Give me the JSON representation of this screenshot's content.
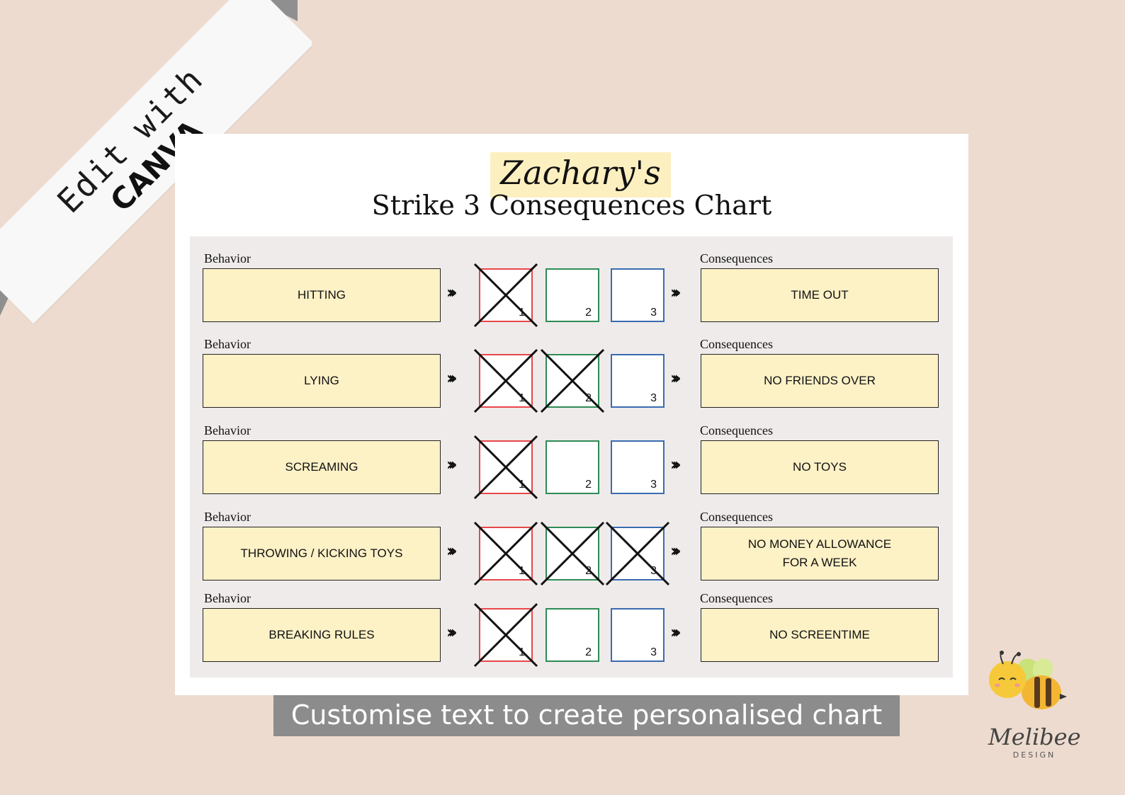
{
  "ribbon": {
    "line1": "Edit with",
    "line2": "CANVA"
  },
  "chart": {
    "name": "Zachary's",
    "title": "Strike 3 Consequences Chart",
    "behavior_label": "Behavior",
    "consequence_label": "Consequences",
    "strike_numbers": [
      "1",
      "2",
      "3"
    ],
    "strike_colors": [
      "#e8474a",
      "#2e8b57",
      "#3a6bb0"
    ],
    "rows": [
      {
        "behavior": "HITTING",
        "consequence": "TIME OUT",
        "strikes_crossed": 1
      },
      {
        "behavior": "LYING",
        "consequence": "NO FRIENDS OVER",
        "strikes_crossed": 2
      },
      {
        "behavior": "SCREAMING",
        "consequence": "NO TOYS",
        "strikes_crossed": 1
      },
      {
        "behavior": "THROWING / KICKING TOYS",
        "consequence": "NO MONEY ALLOWANCE\nFOR A WEEK",
        "strikes_crossed": 3
      },
      {
        "behavior": "BREAKING RULES",
        "consequence": "NO SCREENTIME",
        "strikes_crossed": 1
      }
    ]
  },
  "caption": "Customise text to create personalised chart",
  "brand": {
    "name": "Melibee",
    "sub": "DESIGN"
  }
}
